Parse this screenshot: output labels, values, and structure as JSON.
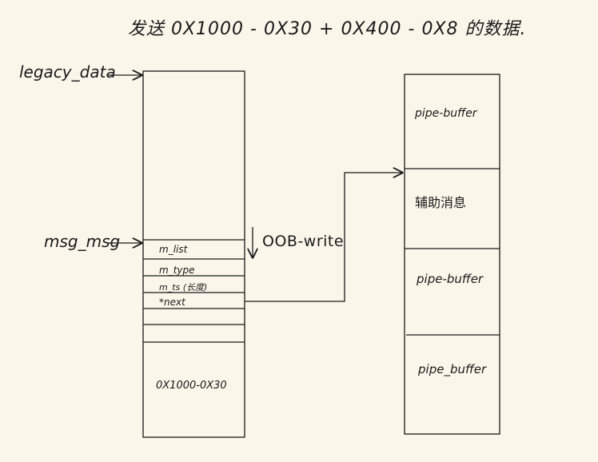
{
  "title": "发送 0X1000 - 0X30 + 0X400 - 0X8 的数据.",
  "left_labels": {
    "legacy_data": "legacy_data",
    "msg_msg": "msg_msg"
  },
  "msg_fields": [
    "m_list",
    "m_type",
    "m_ts (长度)",
    "*next"
  ],
  "msg_body_size": "0X1000-0X30",
  "oob_label": "OOB-write",
  "right_blocks": [
    "pipe-buffer",
    "辅助消息",
    "pipe-buffer",
    "pipe_buffer"
  ],
  "colors": {
    "background": "#fbf6ea",
    "ink": "#1a1a1a"
  }
}
